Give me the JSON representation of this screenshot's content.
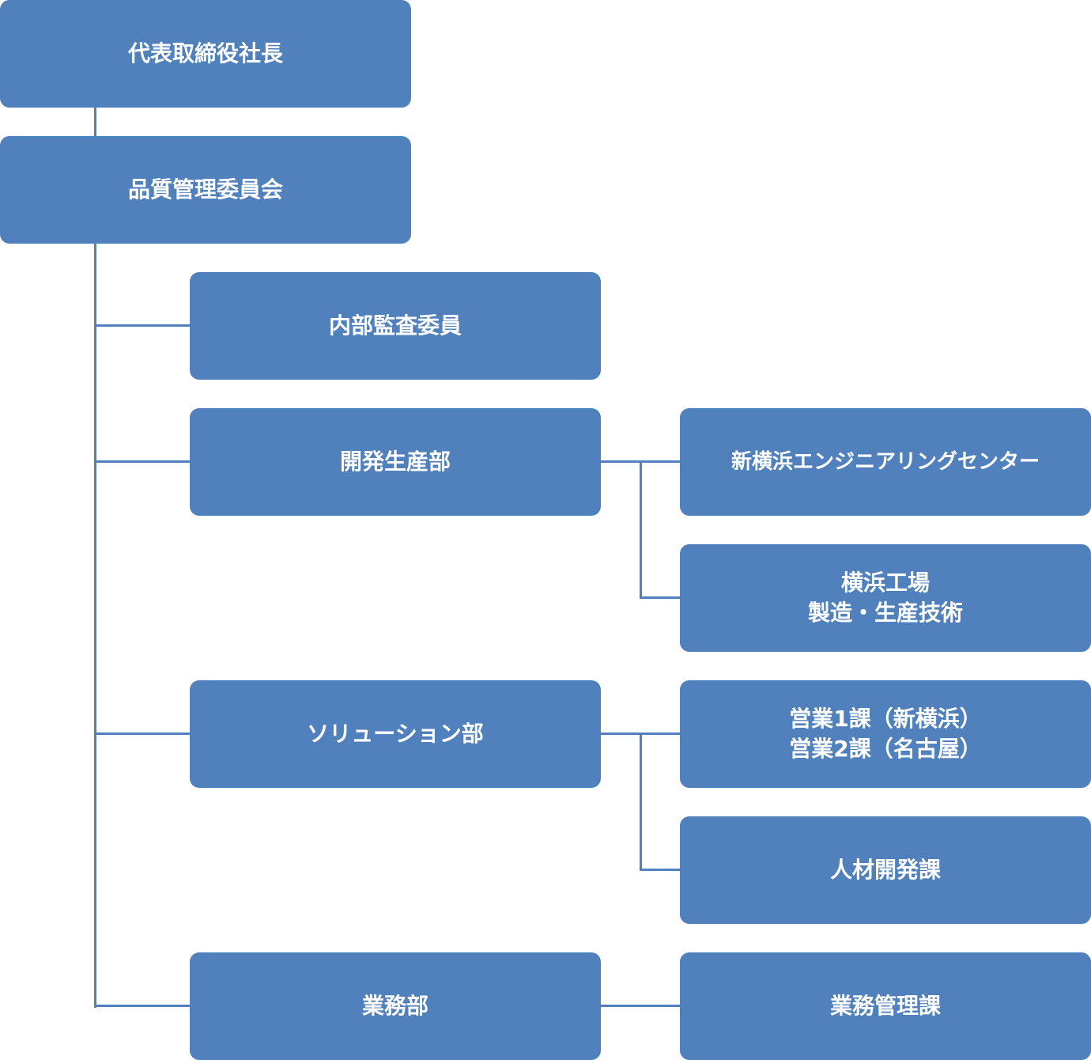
{
  "org_chart": {
    "ceo": "代表取締役社長",
    "quality_committee": "品質管理委員会",
    "internal_audit": "内部監査委員",
    "dev_production": {
      "name": "開発生産部",
      "engineering_center": "新横浜エンジニアリングセンター",
      "yokohama_factory": {
        "line1": "横浜工場",
        "line2": "製造・生産技術"
      }
    },
    "solution": {
      "name": "ソリューション部",
      "sales": {
        "line1": "営業1課（新横浜）",
        "line2": "営業2課（名古屋）"
      },
      "hr_development": "人材開発課"
    },
    "business": {
      "name": "業務部",
      "management": "業務管理課"
    }
  },
  "colors": {
    "box": "#5081bd",
    "text": "#ffffff",
    "line": "#5081bd"
  }
}
